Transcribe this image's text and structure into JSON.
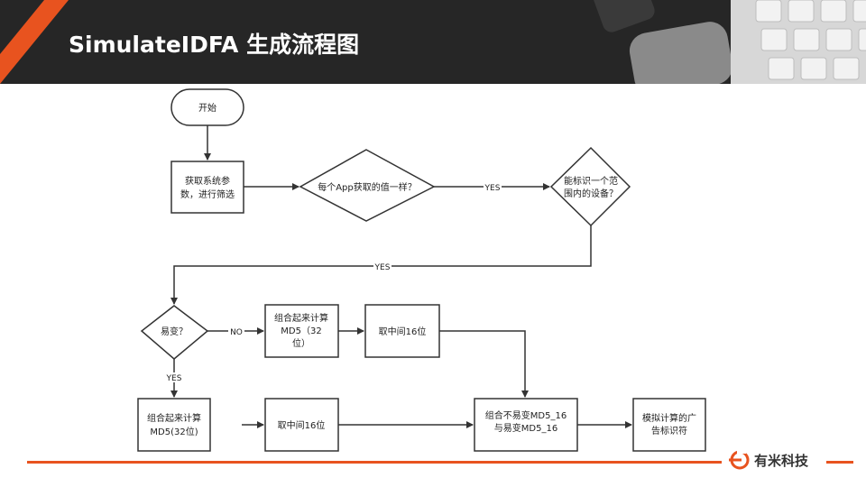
{
  "slide": {
    "title": "SimulateIDFA 生成流程图"
  },
  "flowchart": {
    "start": "开始",
    "get_params": [
      "获取系统参",
      "数，进行筛选"
    ],
    "same_value_question": "每个App获取的值一样？",
    "device_range_question": [
      "能标识一个范",
      "围内的设备？"
    ],
    "volatile_question": "易变？",
    "combine_md5_32_a": [
      "组合起来计算",
      "MD5（32",
      "位）"
    ],
    "take_middle_a": "取中间16位",
    "combine_md5_32_b": [
      "组合起来计算",
      "MD5(32位)"
    ],
    "take_middle_b": "取中间16位",
    "combine_final": [
      "组合不易变MD5_16",
      "与易变MD5_16"
    ],
    "simulate": [
      "模拟计算的广",
      "告标识符"
    ],
    "labels": {
      "yes1": "YES",
      "yes2": "YES",
      "no": "NO",
      "yes3": "YES"
    }
  },
  "brand": {
    "name": "有米科技"
  },
  "colors": {
    "accent": "#e8531f",
    "header_bg": "#262626"
  }
}
